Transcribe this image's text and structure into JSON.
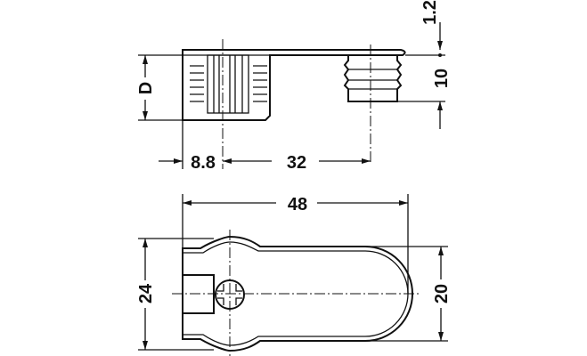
{
  "drawing": {
    "side_view": {
      "dims": {
        "d": "D",
        "offset": "8.8",
        "spacing": "32",
        "flange": "1.2",
        "bolt_height": "10"
      }
    },
    "top_view": {
      "dims": {
        "length": "48",
        "width": "24",
        "inner_width": "20"
      }
    }
  }
}
